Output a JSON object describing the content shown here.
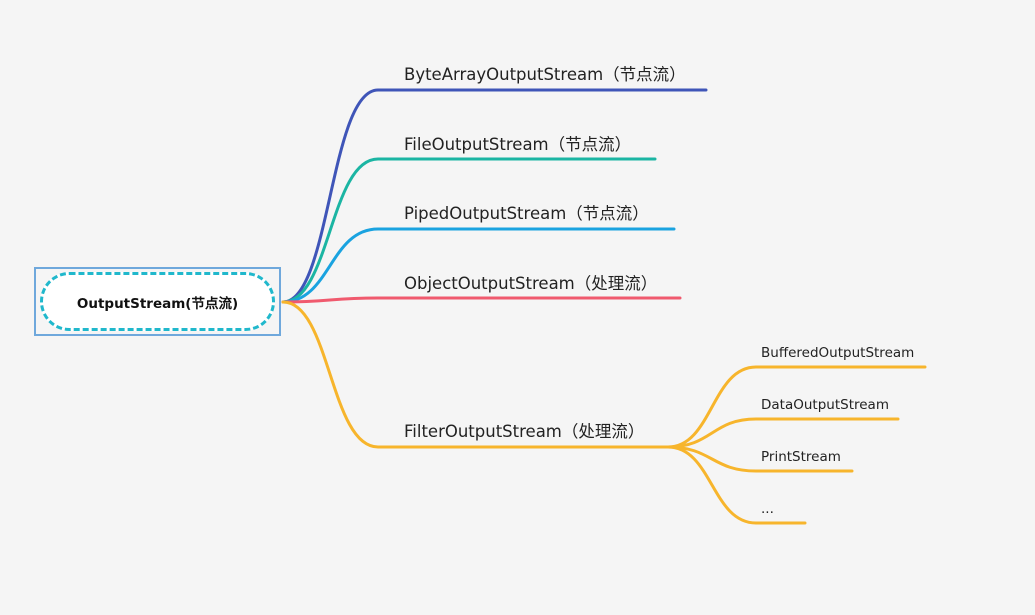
{
  "mindmap": {
    "root": {
      "label": "OutputStream(节点流)",
      "border_color": "#6fa8dc",
      "dash_color": "#20b8cc"
    },
    "branches": [
      {
        "label": "ByteArrayOutputStream（节点流）",
        "color": "#3f55b8"
      },
      {
        "label": "FileOutputStream（节点流）",
        "color": "#1bb5a3"
      },
      {
        "label": "PipedOutputStream（节点流）",
        "color": "#1aa3e0"
      },
      {
        "label": "ObjectOutputStream（处理流）",
        "color": "#f05a6e"
      },
      {
        "label": "FilterOutputStream（处理流）",
        "color": "#f7b52c",
        "children": [
          {
            "label": "BufferedOutputStream"
          },
          {
            "label": "DataOutputStream"
          },
          {
            "label": "PrintStream"
          },
          {
            "label": "..."
          }
        ]
      }
    ]
  }
}
